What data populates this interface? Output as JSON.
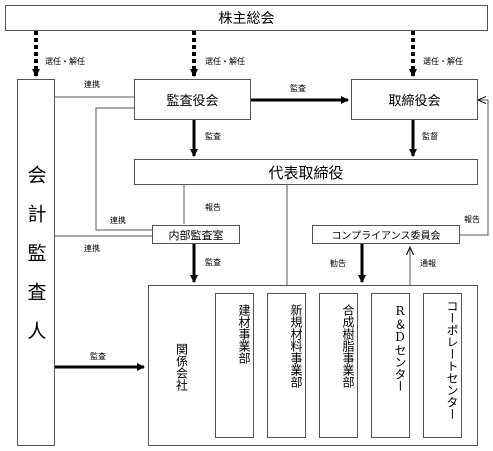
{
  "nodes": {
    "shareholders_meeting": "株主総会",
    "audit_board": "監査役会",
    "board_of_directors": "取締役会",
    "representative_director": "代表取締役",
    "accounting_auditor": "会計監査人",
    "internal_audit_office": "内部監査室",
    "compliance_committee": "コンプライアンス委員会",
    "affiliates": "関係会社",
    "building_materials": "建材事業部",
    "new_materials": "新規材料事業部",
    "synthetic_resin": "合成樹脂事業部",
    "rd_center": "R＆Dセンター",
    "corporate_center": "コーポレートセンター"
  },
  "edge_labels": {
    "appoint_auditor": "選任・解任",
    "appoint_audit_board": "選任・解任",
    "appoint_directors": "選任・解任",
    "cooperation_top": "連携",
    "audit_board_to_directors": "監査",
    "audit_to_rep": "監査",
    "supervision": "監督",
    "report_internal": "報告",
    "cooperation_internal": "連携",
    "cooperation_auditor": "連携",
    "audit_internal": "監査",
    "report_compliance": "報告",
    "advice": "勧告",
    "notice": "通報",
    "audit_accounting": "監査"
  }
}
